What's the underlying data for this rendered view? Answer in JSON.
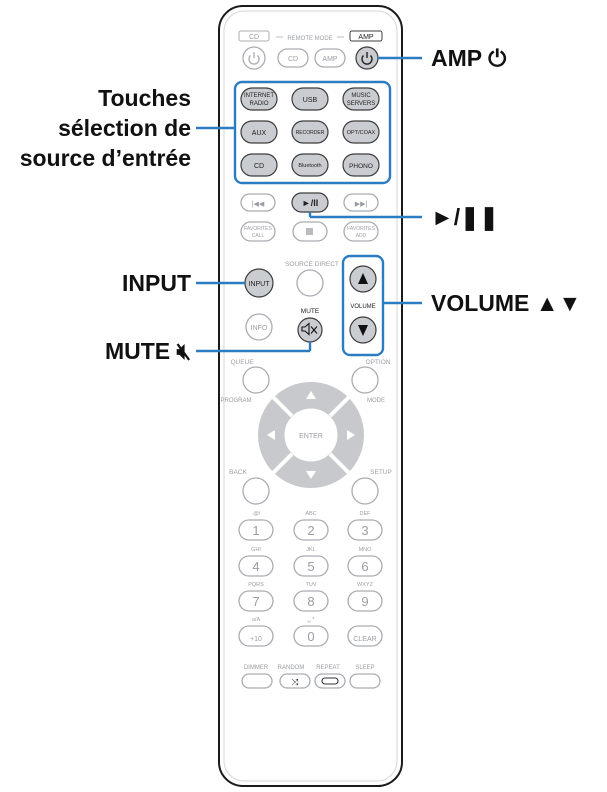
{
  "remote": {
    "mode_bar": {
      "cd": "CD",
      "remote_mode": "REMOTE MODE",
      "amp": "AMP"
    },
    "top_row": {
      "cd": "CD",
      "amp": "AMP"
    },
    "source_buttons": [
      [
        "INTERNET RADIO",
        "USB",
        "MUSIC SERVERS"
      ],
      [
        "AUX",
        "RECORDER",
        "OPT/COAX"
      ],
      [
        "CD",
        "Bluetooth",
        "PHONO"
      ]
    ],
    "transport": {
      "play_pause": "►/II"
    },
    "favorites": {
      "call": "FAVORITES CALL",
      "add": "FAVORITES ADD"
    },
    "input": "INPUT",
    "source_direct": "SOURCE DIRECT",
    "volume": "VOLUME",
    "info": "INFO",
    "mute": "MUTE",
    "queue": "QUEUE",
    "option": "OPTION",
    "program": "PROGRAM",
    "mode": "MODE",
    "enter": "ENTER",
    "back": "BACK",
    "setup": "SETUP",
    "keypad": [
      {
        "letters": ".@/",
        "digit": "1"
      },
      {
        "letters": "ABC",
        "digit": "2"
      },
      {
        "letters": "DEF",
        "digit": "3"
      },
      {
        "letters": "GHI",
        "digit": "4"
      },
      {
        "letters": "JKL",
        "digit": "5"
      },
      {
        "letters": "MNO",
        "digit": "6"
      },
      {
        "letters": "PQRS",
        "digit": "7"
      },
      {
        "letters": "TUV",
        "digit": "8"
      },
      {
        "letters": "WXYZ",
        "digit": "9"
      },
      {
        "letters": "a/A",
        "digit": "+10"
      },
      {
        "letters": "␣ *",
        "digit": "0"
      },
      {
        "letters": "",
        "digit": "CLEAR"
      }
    ],
    "bottom": {
      "dimmer": "DIMMER",
      "random": "RANDOM",
      "repeat": "REPEAT",
      "sleep": "SLEEP"
    }
  },
  "callouts": {
    "amp_power": "AMP ⏻",
    "source_select_1": "Touches",
    "source_select_2": "sélection de",
    "source_select_3": "source d’entrée",
    "play_pause": "►/❚❚",
    "input": "INPUT",
    "volume": "VOLUME ▲▼",
    "mute": "MUTE 🔇︎"
  },
  "colors": {
    "highlight": "#2b7cc3",
    "highlighted_button": "#c9ccd1",
    "outline": "#a9acb1"
  }
}
